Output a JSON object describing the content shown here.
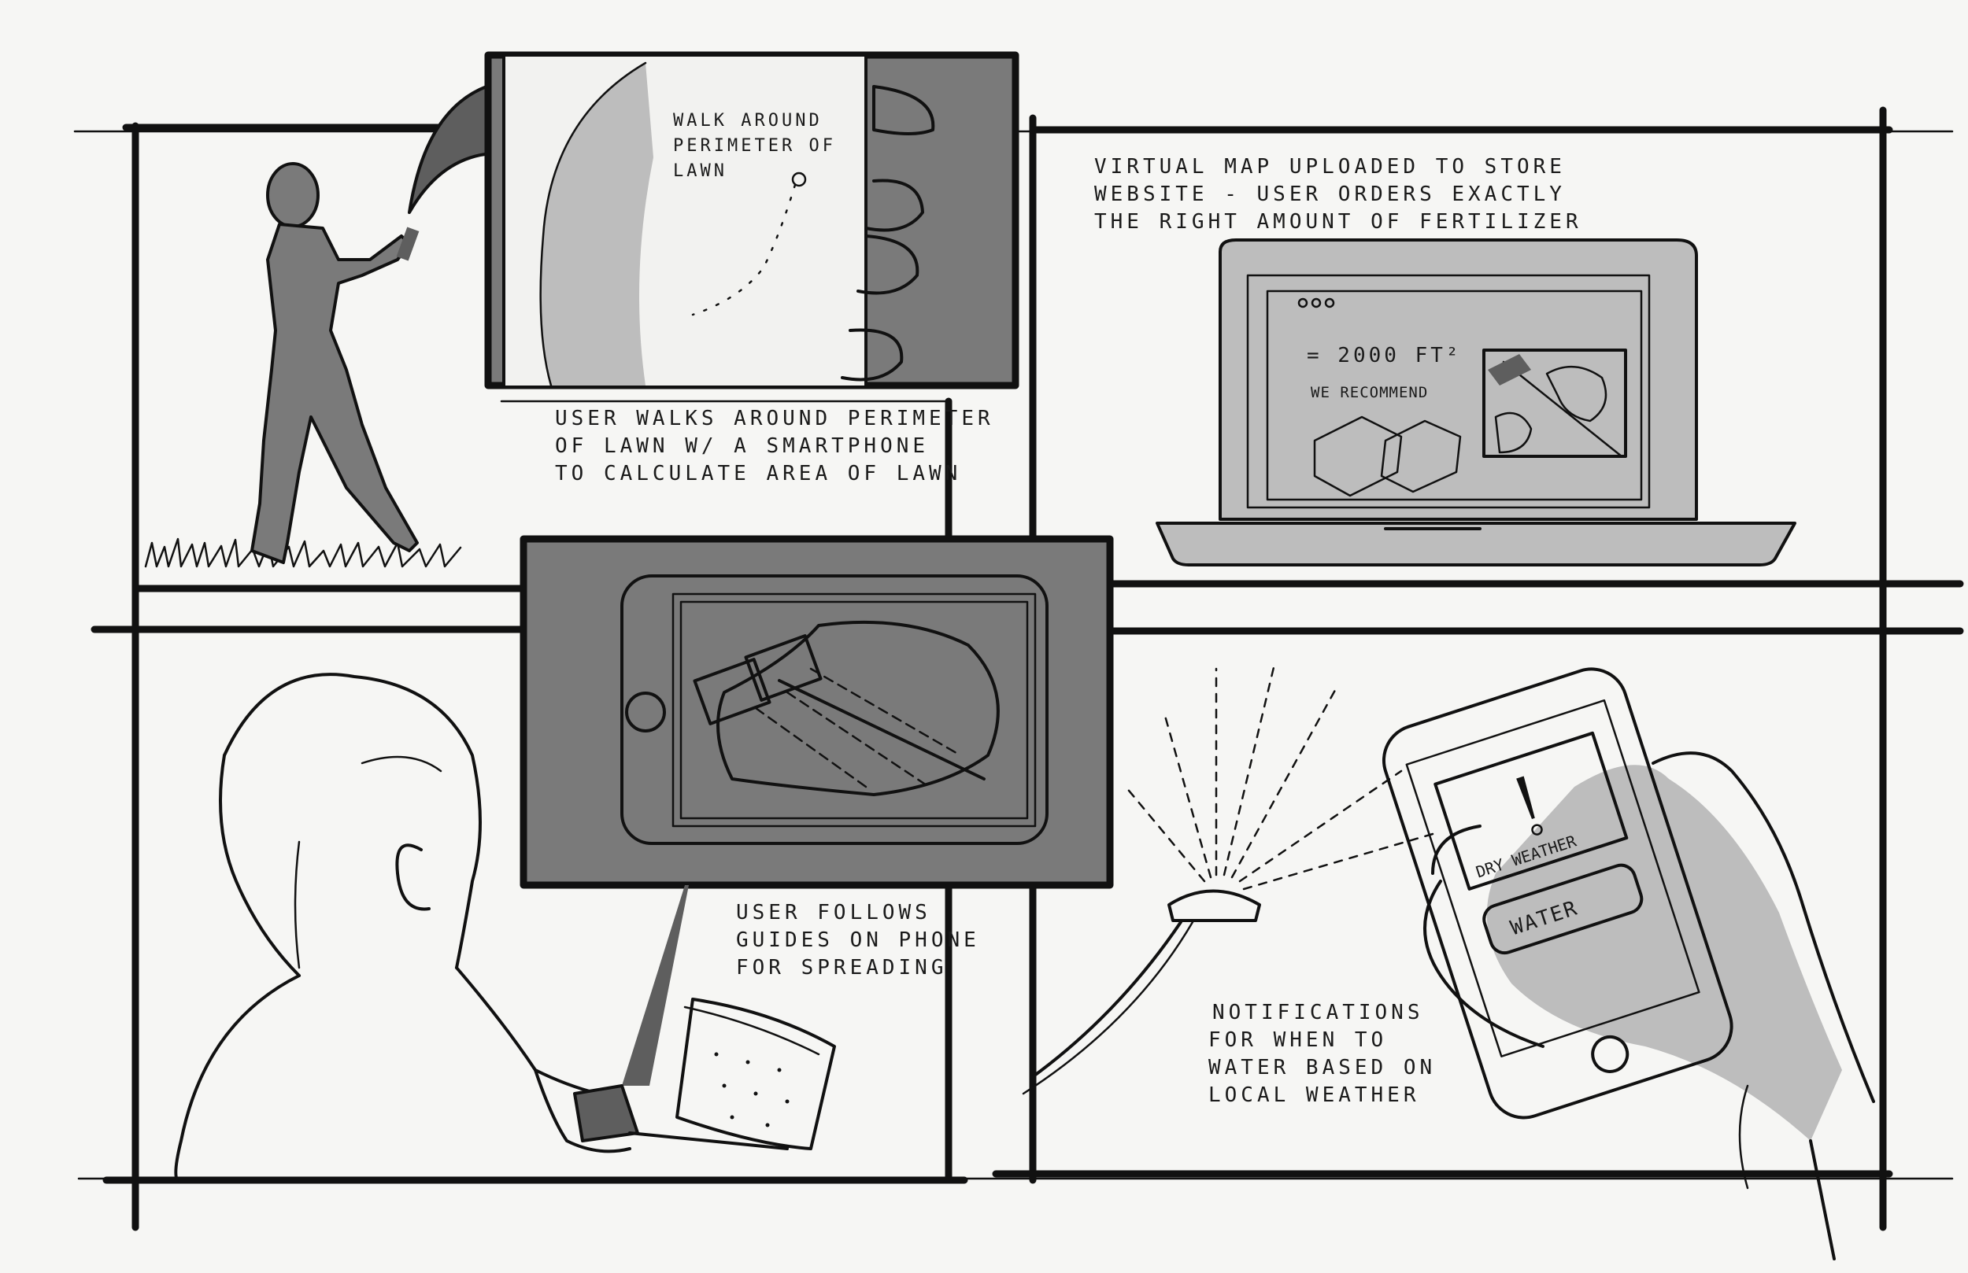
{
  "captions": {
    "panel1_phone": [
      "WALK AROUND",
      "PERIMETER OF",
      "LAWN"
    ],
    "panel1": [
      "USER WALKS AROUND PERIMETER",
      "OF LAWN W/ A SMARTPHONE",
      "TO CALCULATE AREA OF LAWN"
    ],
    "panel2": [
      "VIRTUAL MAP UPLOADED TO STORE",
      "WEBSITE - USER ORDERS EXACTLY",
      "THE RIGHT AMOUNT OF FERTILIZER"
    ],
    "panel2_screen_area": "= 2000 FT²",
    "panel2_screen_recommend": "WE RECOMMEND",
    "panel3": [
      "USER FOLLOWS",
      "GUIDES ON PHONE",
      "FOR SPREADING"
    ],
    "panel4": [
      "NOTIFICATIONS",
      "FOR WHEN TO",
      "WATER BASED ON",
      "LOCAL WEATHER"
    ],
    "panel4_phone_alert": "DRY WEATHER",
    "panel4_phone_button": "WATER"
  },
  "colors": {
    "ink": "#111111",
    "marker_grey": "#7a7a7a",
    "paper": "#f6f6f4"
  }
}
